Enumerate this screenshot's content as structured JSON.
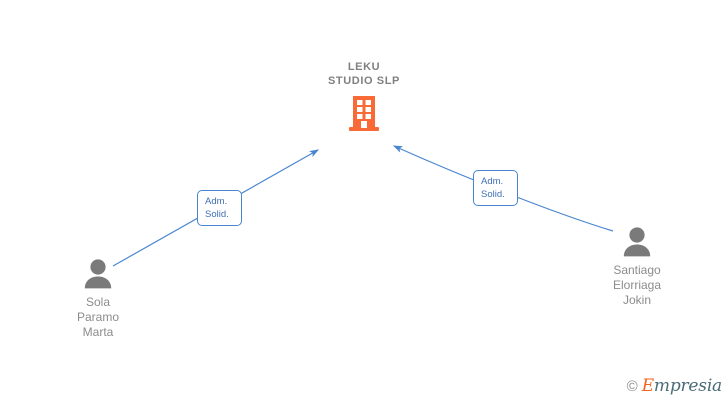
{
  "diagram": {
    "type": "corporate-relationship-graph",
    "background_color": "#ffffff",
    "company": {
      "name": "LEKU\nSTUDIO  SLP",
      "icon": "building-icon",
      "icon_color": "#f96a36",
      "label_color": "#808080"
    },
    "persons": [
      {
        "id": "person-left",
        "name": "Sola\nParamo\nMarta",
        "icon": "person-icon",
        "icon_color": "#7a7a7a",
        "label_color": "#8c8c8c"
      },
      {
        "id": "person-right",
        "name": "Santiago\nElorriaga\nJokin",
        "icon": "person-icon",
        "icon_color": "#7a7a7a",
        "label_color": "#8c8c8c"
      }
    ],
    "edges": [
      {
        "id": "edge-left",
        "from": "person-left",
        "to": "company",
        "label": "Adm.\nSolid.",
        "color": "#4a86d0",
        "arrow": "to-company"
      },
      {
        "id": "edge-right",
        "from": "person-right",
        "to": "company",
        "label": "Adm.\nSolid.",
        "color": "#4a86d0",
        "arrow": "to-company"
      }
    ],
    "accent_color": "#4a86d0"
  },
  "watermark": {
    "copyright_symbol": "©",
    "brand_first_letter": "E",
    "brand_rest": "mpresia",
    "first_letter_color": "#f26522",
    "rest_color": "#4a6b78"
  }
}
